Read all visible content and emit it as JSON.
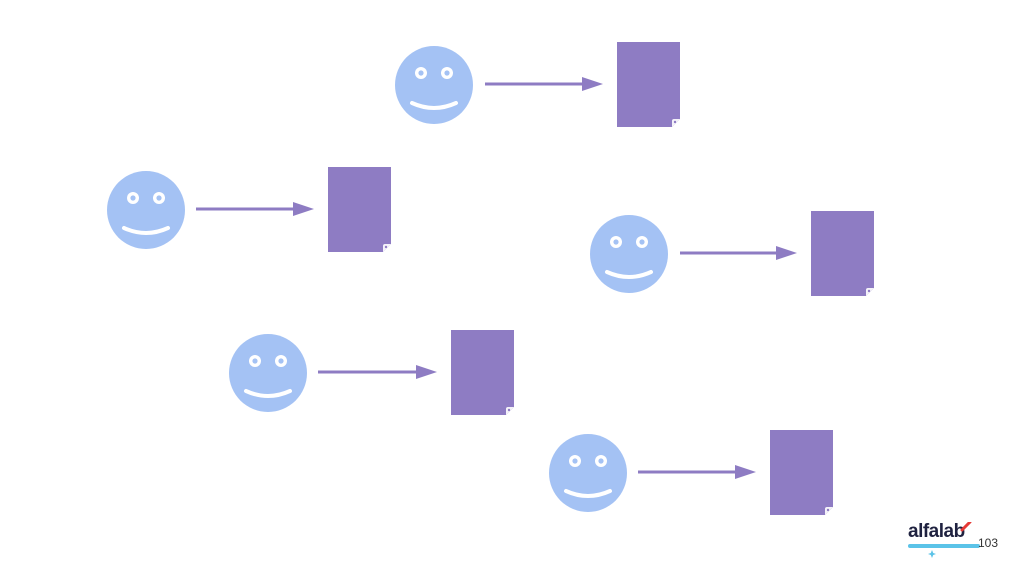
{
  "slide": {
    "page_number": "103",
    "logo_text": "alfalab"
  },
  "colors": {
    "face": "#a4c2f4",
    "document": "#8e7cc3",
    "arrow": "#8e7cc3",
    "face_features": "#ffffff",
    "logo_text": "#1f2240",
    "logo_underline": "#5bc3e8",
    "logo_accent": "#e53935"
  },
  "icons": {
    "person": "smiley-face-icon",
    "document": "document-icon",
    "link": "arrow-right-icon"
  },
  "diagram": {
    "pairs": [
      {
        "id": "top"
      },
      {
        "id": "upper-left"
      },
      {
        "id": "middle-right"
      },
      {
        "id": "lower-left"
      },
      {
        "id": "bottom-right"
      }
    ]
  }
}
